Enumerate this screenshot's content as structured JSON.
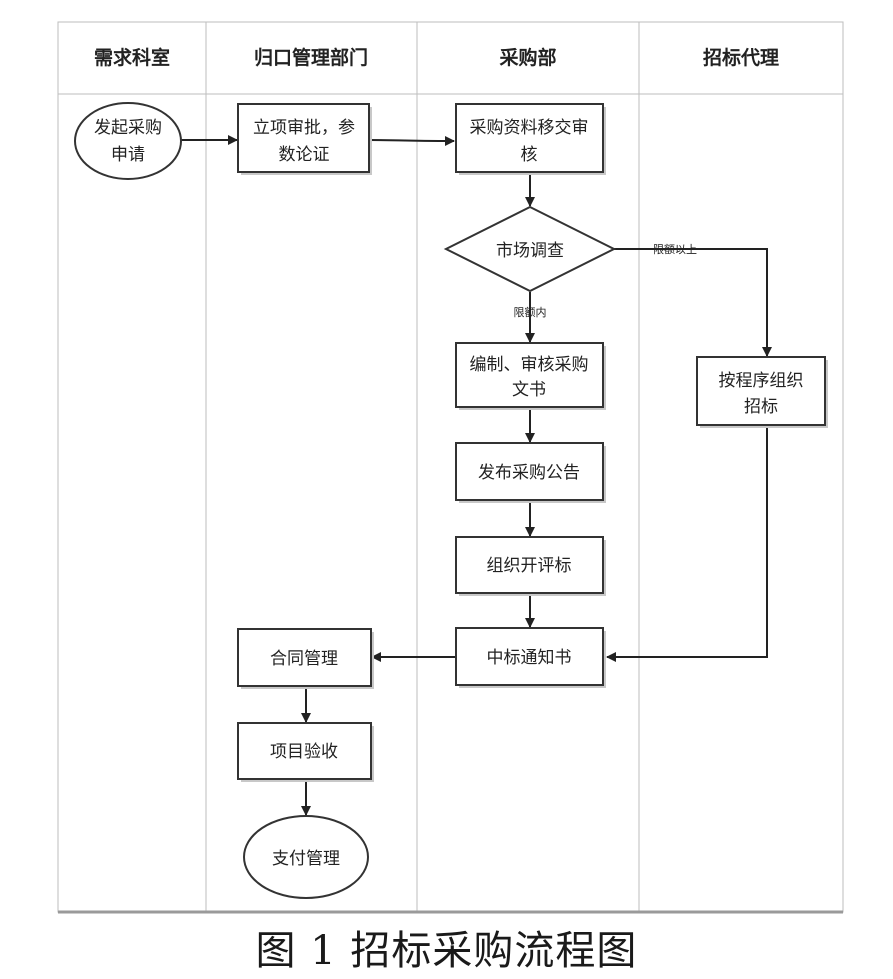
{
  "lanes": [
    "需求科室",
    "归口管理部门",
    "采购部",
    "招标代理"
  ],
  "nodes": {
    "start": [
      "发起采购",
      "申请"
    ],
    "approve": [
      "立项审批，参",
      "数论证"
    ],
    "transfer": [
      "采购资料移交审",
      "核"
    ],
    "survey": [
      "市场调查"
    ],
    "compile": [
      "编制、审核采购",
      "文书"
    ],
    "publish": [
      "发布采购公告"
    ],
    "evaluate": [
      "组织开评标"
    ],
    "notice": [
      "中标通知书"
    ],
    "tender": [
      "按程序组织",
      "招标"
    ],
    "contract": [
      "合同管理"
    ],
    "acceptance": [
      "项目验收"
    ],
    "payment": [
      "支付管理"
    ]
  },
  "edge_labels": {
    "above_limit": "限额以上",
    "within_limit": "限额内"
  },
  "caption": "图 1  招标采购流程图"
}
